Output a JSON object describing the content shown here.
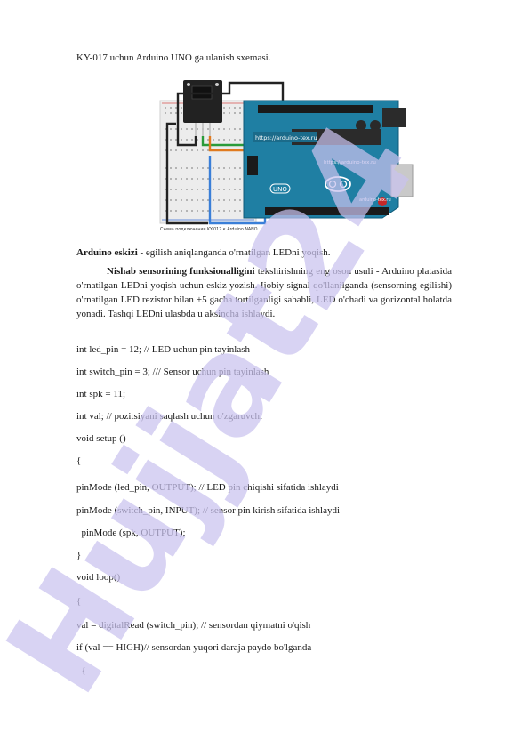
{
  "caption": "KY-017 uchun Arduino UNO ga ulanish sxemasi.",
  "figure": {
    "url_label": "https://arduino-tex.ru",
    "url_label_2": "https://arduino-tex.ru",
    "url_label_3": "arduino-tex.ru",
    "uno_label": "UNO",
    "fig_caption": "Схема подключения KY-017 к Arduino NANO"
  },
  "sketch": {
    "bold": "Arduino eskizi",
    "rest": " - egilish aniqlanganda o'rnatilgan LEDni yoqish."
  },
  "paragraph": {
    "bold": "Nishab sensorining funksionalligini",
    "rest": " tekshirishning eng oson usuli - Arduino platasida o'rnatilgan LEDni yoqish uchun eskiz yozish. Ijobiy signal qo'llanilganda (sensorning egilishi) o'rnatilgan LED rezistor bilan +5 gacha tortilganligi sababli, LED o'chadi va gorizontal holatda yonadi. Tashqi LEDni ulasbda u aksincha ishlaydi."
  },
  "code_lines": [
    "int led_pin = 12; // LED uchun pin tayinlash",
    "int switch_pin = 3; /// Sensor uchun pin tayinlash",
    "int spk = 11;",
    "int val; // pozitsiyani saqlash uchun o'zgaruvchi",
    "void setup ()",
    "{",
    "pinMode (led_pin, OUTPUT); // LED pin chiqishi sifatida ishlaydi",
    "pinMode (switch_pin, INPUT); // sensor pin kirish sifatida ishlaydi",
    "  pinMode (spk, OUTPUT);",
    "}",
    "void loop()",
    "{",
    "val = digitalRead (switch_pin); // sensordan qiymatni o'qish",
    "if (val == HIGH)// sensordan yuqori daraja paydo bo'lganda",
    "  {"
  ],
  "watermark": "Hujjat24",
  "colors": {
    "watermark": "#c9c2ef",
    "board": "#1f7fa3",
    "breadboard": "#eeeeee"
  }
}
